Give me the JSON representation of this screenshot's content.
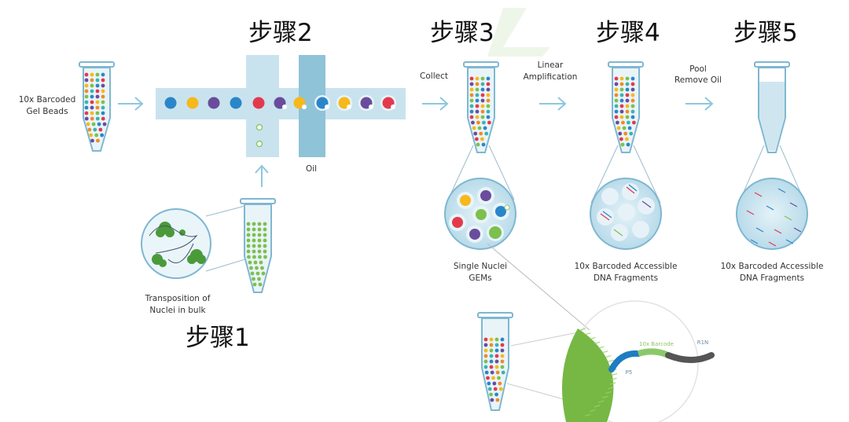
{
  "steps": {
    "step1": "步骤1",
    "step2": "步骤2",
    "step3": "步骤3",
    "step4": "步骤4",
    "step5": "步骤5"
  },
  "labels": {
    "gel_beads_line1": "10x Barcoded",
    "gel_beads_line2": "Gel Beads",
    "oil": "Oil",
    "collect": "Collect",
    "linear_line1": "Linear",
    "linear_line2": "Amplification",
    "pool_line1": "Pool",
    "pool_line2": "Remove Oil",
    "transposition_line1": "Transposition of",
    "transposition_line2": "Nuclei in bulk",
    "gems_line1": "Single Nuclei",
    "gems_line2": "GEMs",
    "fragments4_line1": "10x Barcoded Accessible",
    "fragments4_line2": "DNA Fragments",
    "fragments5_line1": "10x Barcoded Accessible",
    "fragments5_line2": "DNA Fragments",
    "barcode_tag": "10x Barcode",
    "p5_tag": "P5",
    "r1n_tag": "R1N"
  },
  "colors": {
    "channel": "#c9e3ee",
    "oil_channel": "#8fc3d8",
    "tube_fill": "#d8ecf4",
    "tube_stroke": "#7fb7d0",
    "arrow": "#8ec7dd",
    "nuclei_green": "#7cc04e",
    "bead_blue": "#2a86c9",
    "bead_yellow": "#f6b81b",
    "bead_purple": "#6a4c9c",
    "bead_red": "#e23a4d"
  }
}
